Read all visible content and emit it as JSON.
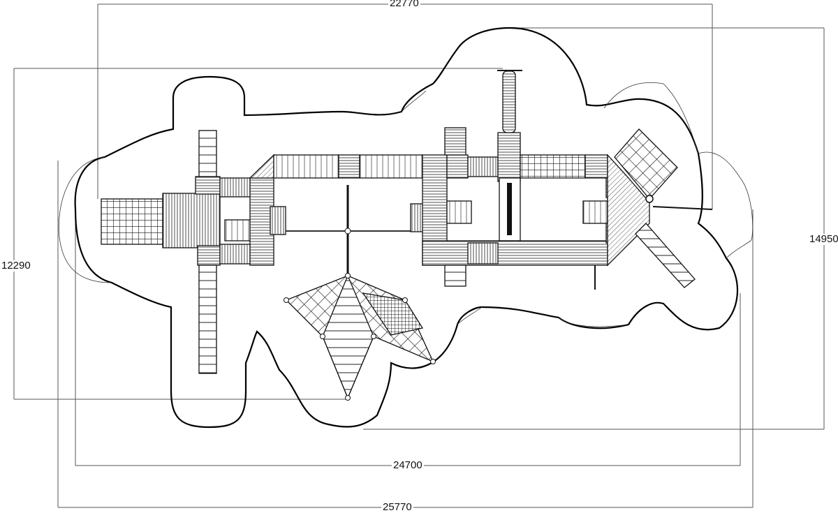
{
  "drawing": {
    "title": "Playground equipment plan view",
    "dimensions": {
      "top_width": "22770",
      "left_height": "12290",
      "right_height": "14950",
      "inner_width": "24700",
      "overall_width": "25770"
    },
    "units": "mm"
  }
}
